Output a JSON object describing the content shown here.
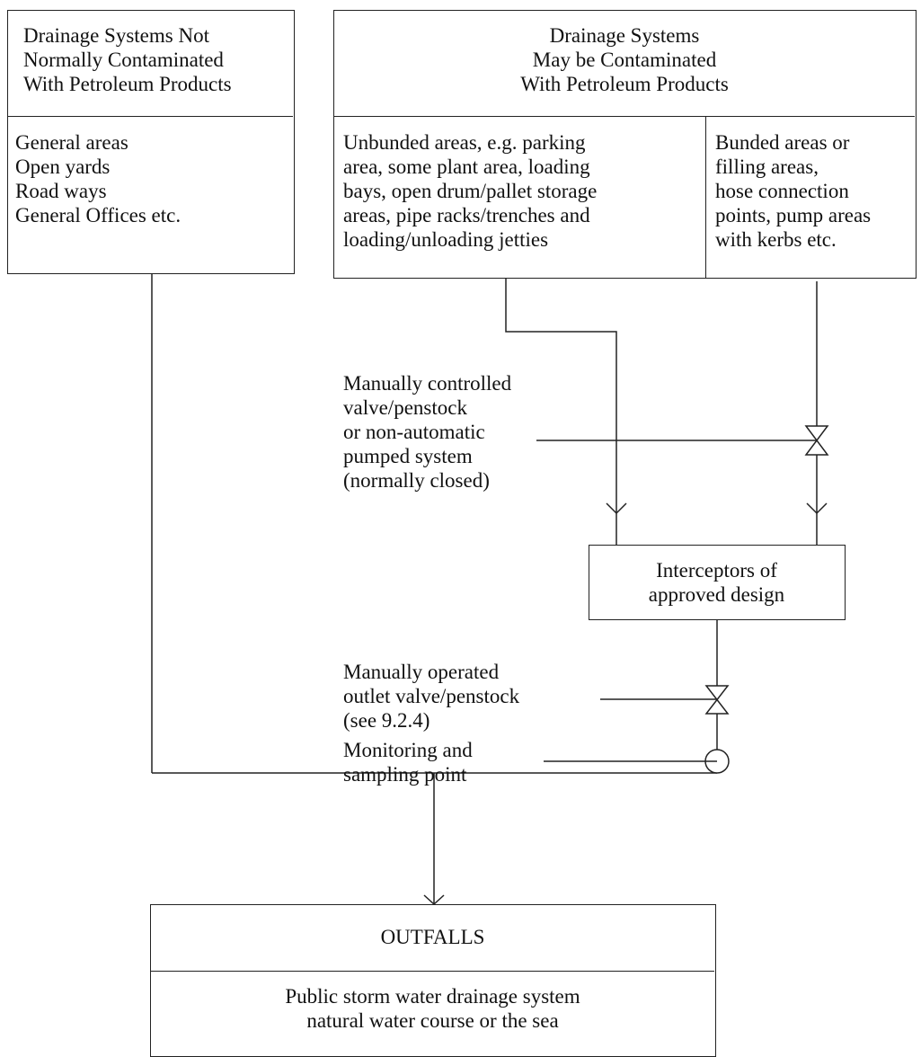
{
  "left_box": {
    "header": "Drainage Systems Not\nNormally Contaminated\nWith Petroleum Products",
    "body": "General areas\nOpen yards\nRoad ways\nGeneral Offices etc."
  },
  "right_box": {
    "header": "Drainage Systems\nMay be Contaminated\nWith Petroleum Products",
    "unbunded": "Unbunded areas, e.g. parking\narea, some plant area, loading\nbays, open drum/pallet storage\nareas, pipe racks/trenches and\nloading/unloading jetties",
    "bunded": "Bunded areas or\nfilling areas,\nhose connection\npoints, pump areas\nwith kerbs etc."
  },
  "valve_label_1": "Manually controlled\nvalve/penstock\nor non-automatic\npumped system\n(normally closed)",
  "interceptor": "Interceptors of\napproved design",
  "valve_label_2": "Manually operated\noutlet valve/penstock\n(see 9.2.4)",
  "monitor_label": "Monitoring and\nsampling point",
  "outfalls": {
    "header": "OUTFALLS",
    "body": "Public storm water drainage system\nnatural water course or the sea"
  }
}
